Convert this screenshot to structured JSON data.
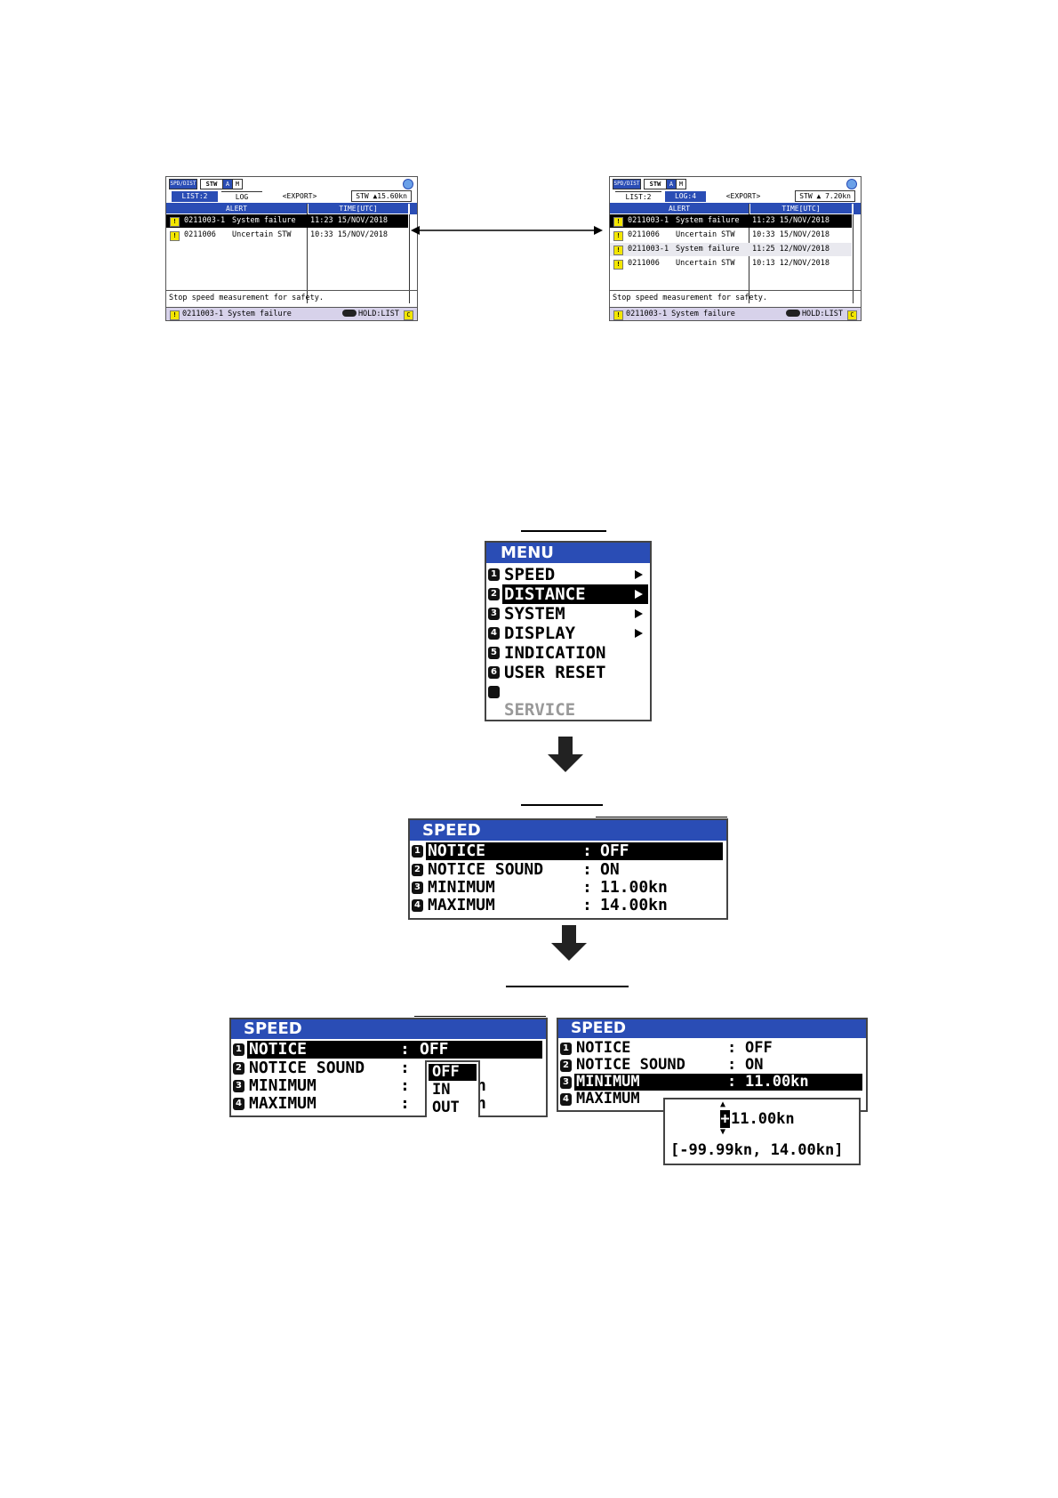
{
  "alert_screen_left": {
    "badge_spd": "SPD/DIST",
    "badge_stw": "STW",
    "badge_a": "A",
    "badge_m": "M",
    "tab_list": "LIST:2",
    "tab_log": "LOG",
    "tab_export": "<EXPORT>",
    "speed": "STW ▲15.60kn",
    "col_alert": "ALERT",
    "col_time": "TIME[UTC]",
    "rows": [
      {
        "id": "0211003-1",
        "text": "System failure",
        "time": "11:23 15/NOV/2018"
      },
      {
        "id": "0211006",
        "text": "Uncertain STW",
        "time": "10:33 15/NOV/2018"
      }
    ],
    "message": "Stop speed measurement for safety.",
    "footer_alert": "0211003-1 System failure",
    "footer_hold": "HOLD:LIST",
    "footer_c": "C"
  },
  "alert_screen_right": {
    "badge_spd": "SPD/DIST",
    "badge_stw": "STW",
    "badge_a": "A",
    "badge_m": "M",
    "tab_list": "LIST:2",
    "tab_log": "LOG:4",
    "tab_export": "<EXPORT>",
    "speed": "STW ▲ 7.20kn",
    "col_alert": "ALERT",
    "col_time": "TIME[UTC]",
    "rows": [
      {
        "id": "0211003-1",
        "text": "System failure",
        "time": "11:23 15/NOV/2018"
      },
      {
        "id": "0211006",
        "text": "Uncertain STW",
        "time": "10:33 15/NOV/2018"
      },
      {
        "id": "0211003-1",
        "text": "System failure",
        "time": "11:25 12/NOV/2018"
      },
      {
        "id": "0211006",
        "text": "Uncertain STW",
        "time": "10:13 12/NOV/2018"
      }
    ],
    "message": "Stop speed measurement for safety.",
    "footer_alert": "0211003-1 System failure",
    "footer_hold": "HOLD:LIST",
    "footer_c": "C"
  },
  "main_menu": {
    "title": "MENU",
    "items": [
      {
        "num": "1",
        "label": "SPEED"
      },
      {
        "num": "2",
        "label": "DISTANCE"
      },
      {
        "num": "3",
        "label": "SYSTEM"
      },
      {
        "num": "4",
        "label": "DISPLAY"
      },
      {
        "num": "5",
        "label": "INDICATION"
      },
      {
        "num": "6",
        "label": "USER RESET"
      },
      {
        "num": "",
        "label": ""
      },
      {
        "num": "",
        "label": "SERVICE"
      }
    ]
  },
  "speed_menu": {
    "title": "SPEED",
    "items": [
      {
        "num": "1",
        "label": "NOTICE",
        "sep": ":",
        "value": "OFF"
      },
      {
        "num": "2",
        "label": "NOTICE SOUND",
        "sep": ":",
        "value": "ON"
      },
      {
        "num": "3",
        "label": "MINIMUM",
        "sep": ":",
        "value": "11.00kn"
      },
      {
        "num": "4",
        "label": "MAXIMUM",
        "sep": ":",
        "value": "14.00kn"
      }
    ]
  },
  "speed_menu_options": {
    "title": "SPEED",
    "items": [
      {
        "num": "1",
        "label": "NOTICE",
        "sep": ":",
        "value": "OFF"
      },
      {
        "num": "2",
        "label": "NOTICE SOUND",
        "sep": ":"
      },
      {
        "num": "3",
        "label": "MINIMUM",
        "sep": ":",
        "tail": "n"
      },
      {
        "num": "4",
        "label": "MAXIMUM",
        "sep": ":",
        "tail": "n"
      }
    ],
    "options": [
      "OFF",
      "IN",
      "OUT"
    ]
  },
  "speed_menu_minimum": {
    "title": "SPEED",
    "items": [
      {
        "num": "1",
        "label": "NOTICE",
        "sep": ":",
        "value": "OFF"
      },
      {
        "num": "2",
        "label": "NOTICE SOUND",
        "sep": ":",
        "value": "ON"
      },
      {
        "num": "3",
        "label": "MINIMUM",
        "sep": ":",
        "value": "11.00kn"
      },
      {
        "num": "4",
        "label": "MAXIMUM"
      }
    ],
    "editor_sign": "+",
    "editor_value": "11.00kn",
    "editor_range": "[-99.99kn, 14.00kn]"
  }
}
